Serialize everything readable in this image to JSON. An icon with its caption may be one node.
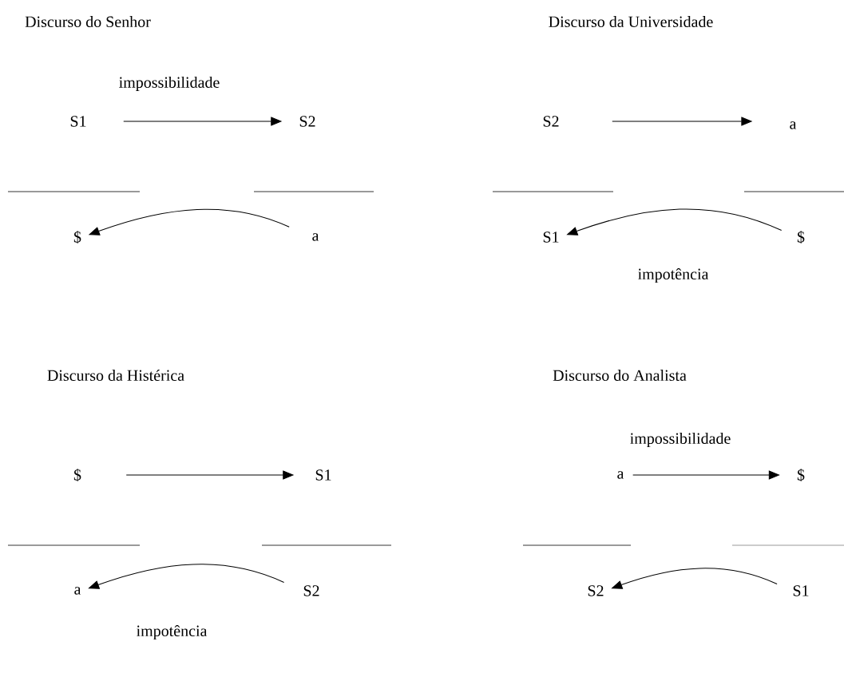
{
  "diagram": {
    "nodes": [
      {
        "text": [
          "S1"
        ]
      },
      {
        "text": [
          "S2"
        ]
      },
      {
        "text": [
          "$"
        ]
      },
      {
        "text": [
          "a"
        ]
      },
      {
        "text": [
          "S2"
        ]
      },
      {
        "text": [
          "a"
        ]
      },
      {
        "text": [
          "S1"
        ]
      },
      {
        "text": [
          "$"
        ]
      },
      {
        "text": [
          "$"
        ]
      },
      {
        "text": [
          "S1"
        ]
      },
      {
        "text": [
          "a"
        ]
      },
      {
        "text": [
          "S2"
        ]
      },
      {
        "text": [
          "a"
        ]
      },
      {
        "text": [
          "$"
        ]
      },
      {
        "text": [
          "S2"
        ]
      },
      {
        "text": [
          "S1"
        ]
      }
    ],
    "edges": [
      {
        "from": 0,
        "to": 1,
        "arrow": "to",
        "label": "impossibilidade"
      },
      {
        "from": 3,
        "to": 2,
        "arrow": "to"
      },
      {
        "from": 4,
        "to": 5,
        "arrow": "to"
      },
      {
        "from": 7,
        "to": 6,
        "arrow": "to",
        "label": "impotência"
      },
      {
        "from": 8,
        "to": 9,
        "arrow": "to"
      },
      {
        "from": 11,
        "to": 10,
        "arrow": "to",
        "label": "impotência"
      },
      {
        "from": 12,
        "to": 13,
        "arrow": "to",
        "label": "impossibilidade"
      },
      {
        "from": 15,
        "to": 14,
        "arrow": "to"
      }
    ],
    "labels": [
      "Discurso do Senhor",
      "Discurso da Universidade",
      "Discurso da Histérica",
      "Discurso do Analista"
    ]
  }
}
